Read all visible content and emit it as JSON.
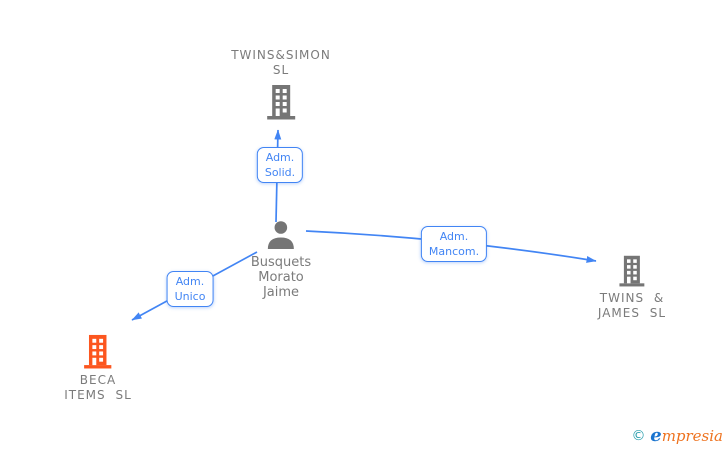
{
  "diagram": {
    "colors": {
      "edge_blue": "#4285f4",
      "company_gray": "#757575",
      "highlight_orange": "#fc561f"
    },
    "person": {
      "line1": "Busquets",
      "line2": "Morato",
      "line3": "Jaime"
    },
    "companies": {
      "top": {
        "line1": "TWINS&SIMON",
        "line2": "SL"
      },
      "right": {
        "line1": "TWINS &",
        "line2": "JAMES SL"
      },
      "bottom_left": {
        "line1": "BECA",
        "line2": "ITEMS SL"
      }
    },
    "edge_labels": {
      "solid": {
        "line1": "Adm.",
        "line2": "Solid."
      },
      "mancom": {
        "line1": "Adm.",
        "line2": "Mancom."
      },
      "unico": {
        "line1": "Adm.",
        "line2": "Unico"
      }
    }
  },
  "footer": {
    "copyright_symbol": "©",
    "brand_initial": "e",
    "brand_rest": "mpresia"
  }
}
